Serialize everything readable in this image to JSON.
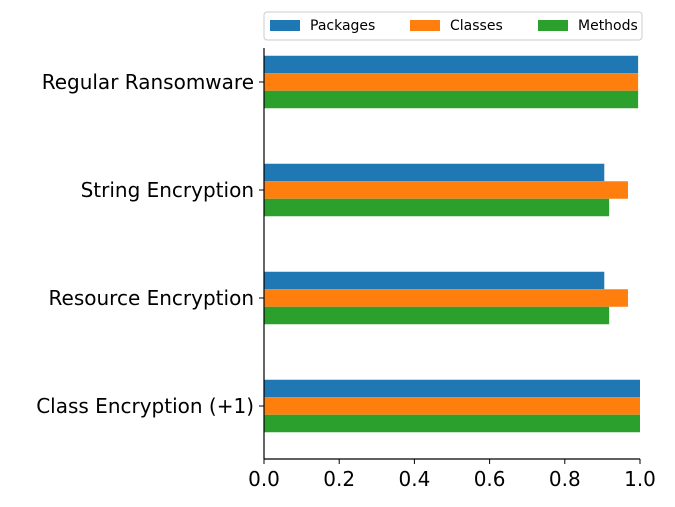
{
  "chart_data": {
    "type": "bar",
    "orientation": "horizontal",
    "title": "",
    "xlabel": "",
    "ylabel": "",
    "xlim": [
      0,
      1.0
    ],
    "xticks": [
      0.0,
      0.2,
      0.4,
      0.6,
      0.8,
      1.0
    ],
    "xtick_labels": [
      "0.0",
      "0.2",
      "0.4",
      "0.6",
      "0.8",
      "1.0"
    ],
    "categories": [
      "Regular Ransomware",
      "String Encryption",
      "Resource Encryption",
      "Class Encryption (+1)"
    ],
    "series": [
      {
        "name": "Packages",
        "color": "#1f77b4",
        "values": [
          0.995,
          0.905,
          0.905,
          1.0
        ]
      },
      {
        "name": "Classes",
        "color": "#ff7f0e",
        "values": [
          0.995,
          0.968,
          0.968,
          1.0
        ]
      },
      {
        "name": "Methods",
        "color": "#2ca02c",
        "values": [
          0.995,
          0.918,
          0.918,
          1.0
        ]
      }
    ],
    "grid": false,
    "legend_position": "top"
  }
}
